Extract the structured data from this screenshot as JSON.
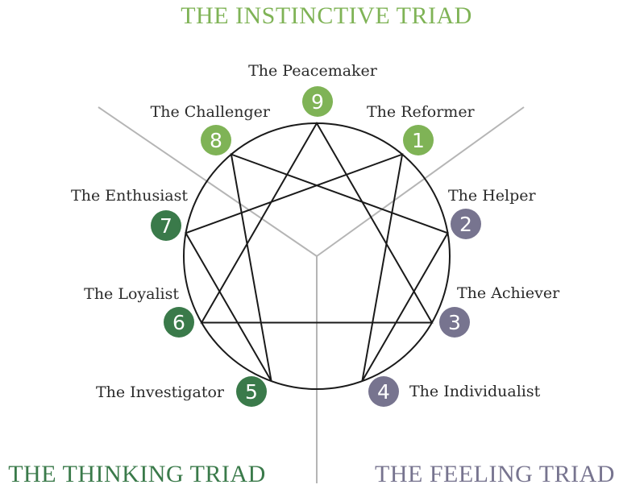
{
  "colors": {
    "instinctive": "#7fb356",
    "thinking": "#3a7a4a",
    "feeling": "#77748f",
    "lines": "#1a1a1a",
    "dividers": "#b5b5b5"
  },
  "triads": {
    "instinctive": "THE INSTINCTIVE TRIAD",
    "thinking": "THE THINKING TRIAD",
    "feeling": "THE FEELING TRIAD"
  },
  "points": [
    {
      "number": "1",
      "label": "The Reformer",
      "triad": "instinctive"
    },
    {
      "number": "2",
      "label": "The Helper",
      "triad": "feeling"
    },
    {
      "number": "3",
      "label": "The Achiever",
      "triad": "feeling"
    },
    {
      "number": "4",
      "label": "The Individualist",
      "triad": "feeling"
    },
    {
      "number": "5",
      "label": "The Investigator",
      "triad": "thinking"
    },
    {
      "number": "6",
      "label": "The Loyalist",
      "triad": "thinking"
    },
    {
      "number": "7",
      "label": "The Enthusiast",
      "triad": "thinking"
    },
    {
      "number": "8",
      "label": "The Challenger",
      "triad": "instinctive"
    },
    {
      "number": "9",
      "label": "The Peacemaker",
      "triad": "instinctive"
    }
  ]
}
